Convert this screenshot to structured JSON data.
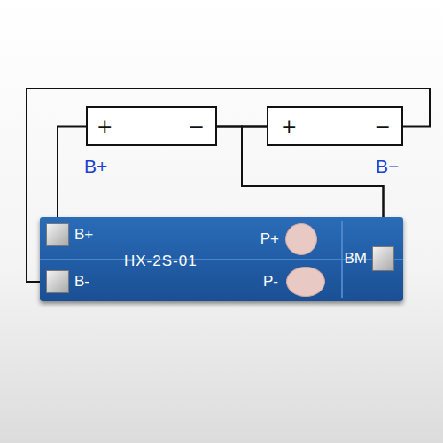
{
  "diagram": {
    "nodes": [
      {
        "text": [
          "+",
          "−"
        ]
      },
      {
        "text": [
          "+",
          "−"
        ]
      },
      {
        "text": [
          "HX-2S-01"
        ]
      },
      {
        "text": [
          "B+"
        ],
        "in": 2
      },
      {
        "text": [
          "B-"
        ],
        "in": 2
      },
      {
        "text": [
          "P+"
        ],
        "in": 2
      },
      {
        "text": [
          "P-"
        ],
        "in": 2
      },
      {
        "text": [
          "BM"
        ],
        "in": 2
      }
    ],
    "edges": [
      {
        "from": 0,
        "to": 1,
        "arrow": "none"
      },
      {
        "from": 0,
        "to": 3,
        "arrow": "none"
      },
      {
        "from": 1,
        "to": 4,
        "arrow": "none"
      },
      {
        "from": 0,
        "to": 7,
        "arrow": "none"
      },
      {
        "from": 1,
        "to": 7,
        "arrow": "none"
      }
    ],
    "labels": [
      "B+",
      "B−"
    ]
  }
}
